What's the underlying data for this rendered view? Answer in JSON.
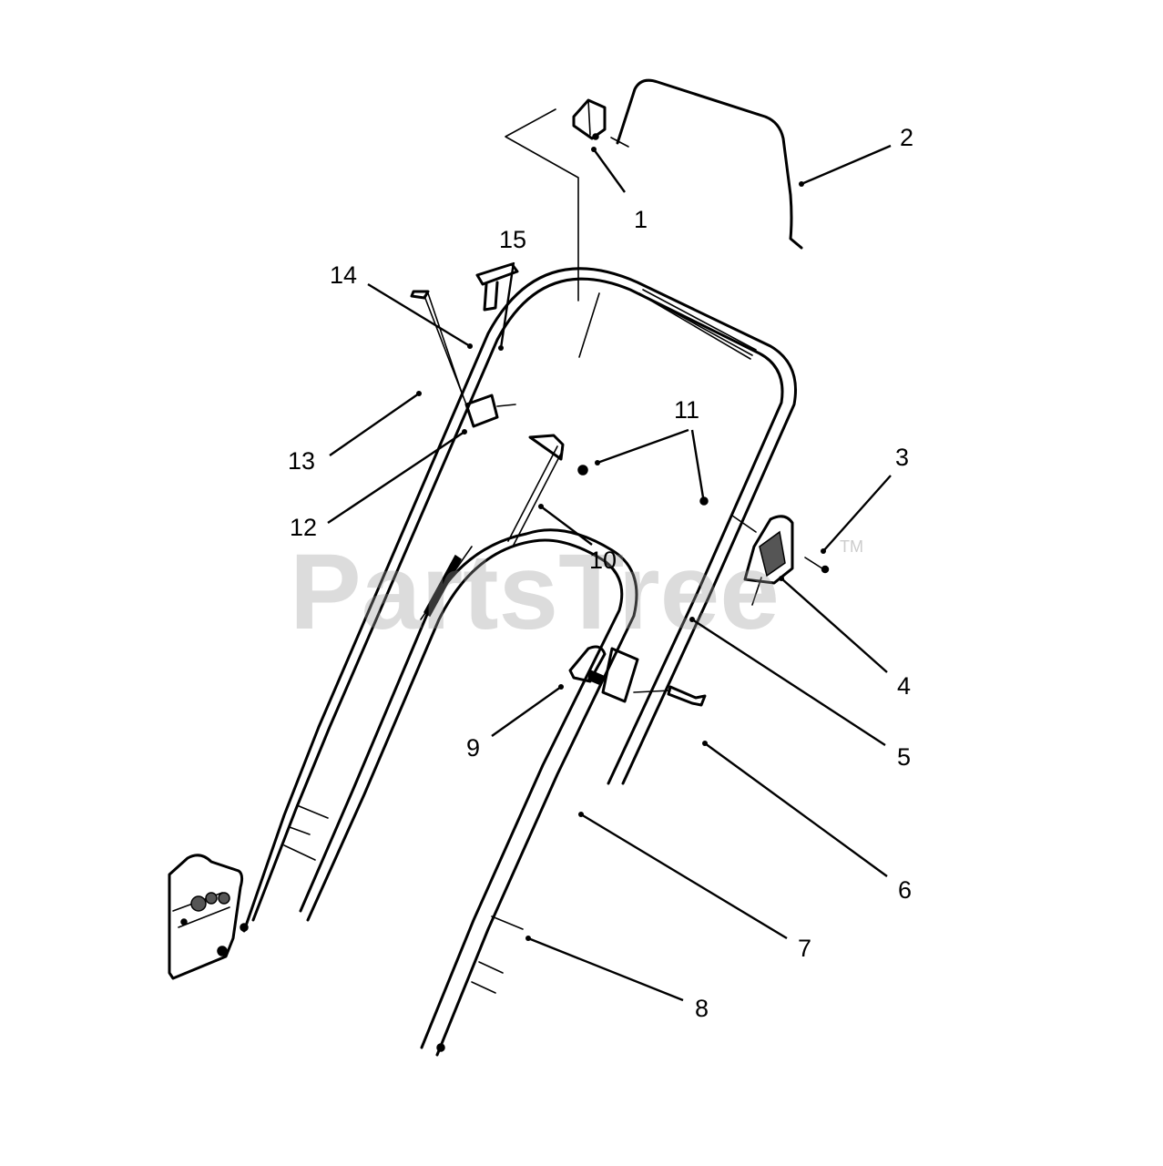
{
  "watermark": {
    "text": "PartsTree",
    "trademark": "TM"
  },
  "callouts": [
    {
      "id": "callout-1",
      "label": "1"
    },
    {
      "id": "callout-2",
      "label": "2"
    },
    {
      "id": "callout-3",
      "label": "3"
    },
    {
      "id": "callout-4",
      "label": "4"
    },
    {
      "id": "callout-5",
      "label": "5"
    },
    {
      "id": "callout-6",
      "label": "6"
    },
    {
      "id": "callout-7",
      "label": "7"
    },
    {
      "id": "callout-8",
      "label": "8"
    },
    {
      "id": "callout-9",
      "label": "9"
    },
    {
      "id": "callout-10",
      "label": "10"
    },
    {
      "id": "callout-11",
      "label": "11"
    },
    {
      "id": "callout-12",
      "label": "12"
    },
    {
      "id": "callout-13",
      "label": "13"
    },
    {
      "id": "callout-14",
      "label": "14"
    },
    {
      "id": "callout-15",
      "label": "15"
    }
  ]
}
